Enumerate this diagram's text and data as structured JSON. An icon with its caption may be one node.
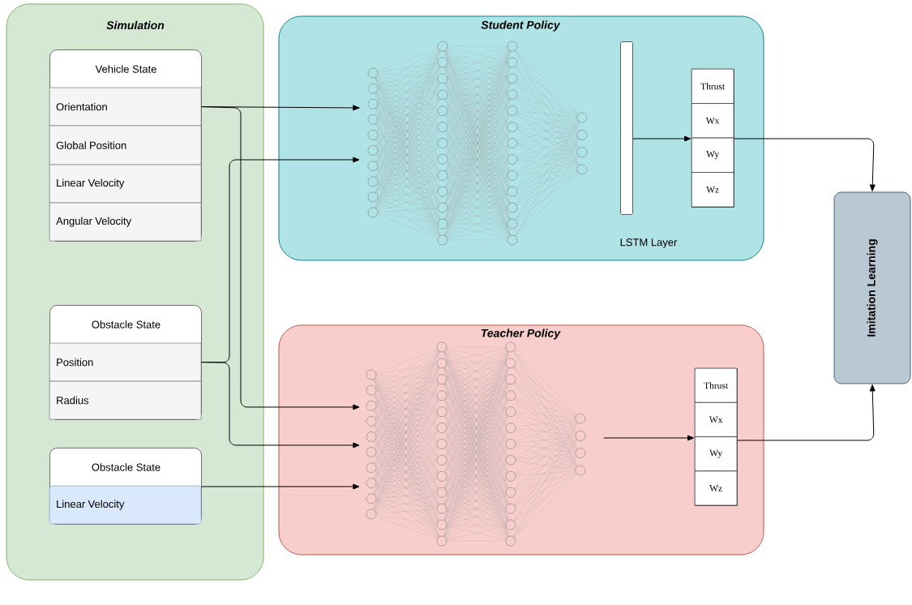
{
  "diagram": {
    "nodes": [
      {
        "text": [
          "Simulation"
        ]
      },
      {
        "text": [
          "Vehicle State"
        ],
        "in": 0
      },
      {
        "text": [
          "Orientation"
        ],
        "in": 1
      },
      {
        "text": [
          "Global Position"
        ],
        "in": 1
      },
      {
        "text": [
          "Linear Velocity"
        ],
        "in": 1
      },
      {
        "text": [
          "Angular Velocity"
        ],
        "in": 1
      },
      {
        "text": [
          "Obstacle State"
        ],
        "in": 0
      },
      {
        "text": [
          "Position"
        ],
        "in": 6
      },
      {
        "text": [
          "Radius"
        ],
        "in": 6
      },
      {
        "text": [
          "Obstacle State"
        ],
        "in": 0
      },
      {
        "text": [
          "Linear Velocity"
        ],
        "in": 9
      },
      {
        "text": [
          "Student Policy"
        ]
      },
      {
        "text": [],
        "shape": "picture",
        "in": 11
      },
      {
        "text": [],
        "shape": "bar",
        "in": 11,
        "beside": [
          "LSTM Layer"
        ]
      },
      {
        "text": [],
        "shape": "box",
        "in": 11
      },
      {
        "text": [
          "Thrust"
        ],
        "in": 14
      },
      {
        "text": [
          "Wx"
        ],
        "in": 14
      },
      {
        "text": [
          "Wy"
        ],
        "in": 14
      },
      {
        "text": [
          "Wz"
        ],
        "in": 14
      },
      {
        "text": [
          "Teacher Policy"
        ]
      },
      {
        "text": [],
        "shape": "picture",
        "in": 19
      },
      {
        "text": [],
        "shape": "box",
        "in": 19
      },
      {
        "text": [
          "Thrust"
        ],
        "in": 21
      },
      {
        "text": [
          "Wx"
        ],
        "in": 21
      },
      {
        "text": [
          "Wy"
        ],
        "in": 21
      },
      {
        "text": [
          "Wz"
        ],
        "in": 21
      },
      {
        "text": [
          "Imitation Learning"
        ]
      }
    ],
    "edges": [
      {
        "from": 2,
        "to": 12,
        "arrow": "to"
      },
      {
        "from": 2,
        "to": 20,
        "arrow": "to"
      },
      {
        "from": 7,
        "to": 12,
        "arrow": "to"
      },
      {
        "from": 7,
        "to": 20,
        "arrow": "to"
      },
      {
        "from": 10,
        "to": 20,
        "arrow": "to"
      },
      {
        "from": 13,
        "to": 14,
        "arrow": "to"
      },
      {
        "from": 20,
        "to": 21,
        "arrow": "to"
      },
      {
        "from": 14,
        "to": 26,
        "arrow": "to"
      },
      {
        "from": 21,
        "to": 26,
        "arrow": "to"
      }
    ]
  }
}
